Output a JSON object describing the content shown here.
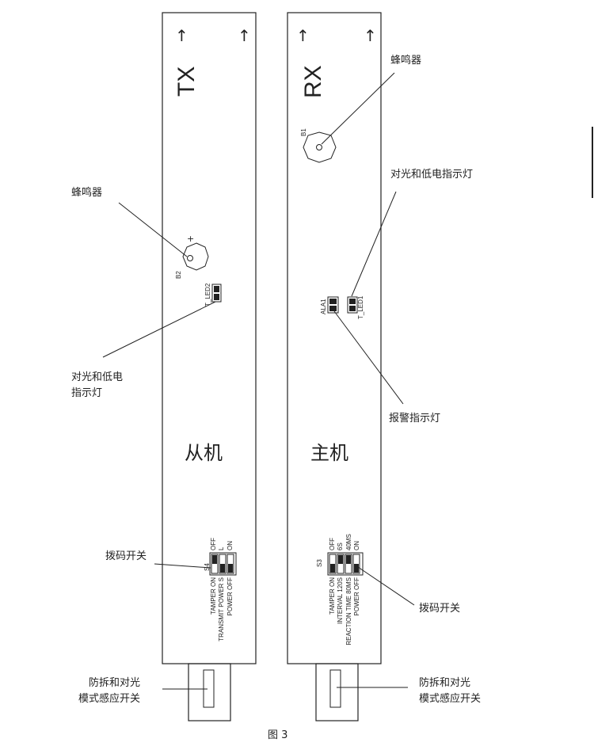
{
  "tx_panel": {
    "title": "TX",
    "body_label": "从机",
    "buzzer_ref": "B2",
    "buzzer_plus": "+",
    "led_ref": "T_LED2",
    "switch_ref": "S4",
    "switch_top_labels": [
      "OFF",
      "L",
      "ON"
    ],
    "switch_bottom_labels": [
      "TAMPER ON",
      "TRANSMIT POWER S",
      "POWER OFF"
    ],
    "callout_buzzer": "蜂鸣器",
    "callout_led_line1": "对光和低电",
    "callout_led_line2": "指示灯",
    "callout_switch": "拨码开关",
    "callout_tamper_line1": "防拆和对光",
    "callout_tamper_line2": "模式感应开关"
  },
  "rx_panel": {
    "title": "RX",
    "body_label": "主机",
    "buzzer_ref": "B1",
    "alarm_led_ref": "ALA1",
    "led_ref": "T_LED1",
    "switch_ref": "S3",
    "switch_top_labels": [
      "OFF",
      "6S",
      "40MS",
      "ON"
    ],
    "switch_bottom_labels": [
      "TAMPER ON",
      "INTERVAL 120S",
      "REACTION TIME 80MS",
      "POWER OFF"
    ],
    "callout_buzzer": "蜂鸣器",
    "callout_led": "对光和低电指示灯",
    "callout_alarm": "报警指示灯",
    "callout_switch": "拨码开关",
    "callout_tamper_line1": "防拆和对光",
    "callout_tamper_line2": "模式感应开关"
  },
  "arrows": [
    "↑",
    "↑",
    "↑",
    "↑"
  ],
  "caption": "图 3"
}
